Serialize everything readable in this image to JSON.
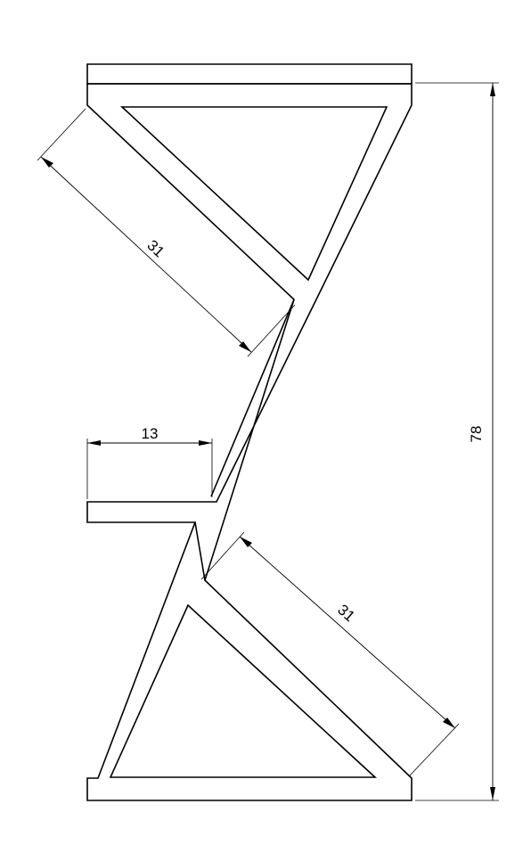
{
  "drawing": {
    "dimensions": {
      "overall_height": "78",
      "upper_arm_length": "31",
      "lower_arm_length": "31",
      "ledge_width": "13"
    },
    "colors": {
      "line": "#000000",
      "background": "#ffffff"
    }
  }
}
